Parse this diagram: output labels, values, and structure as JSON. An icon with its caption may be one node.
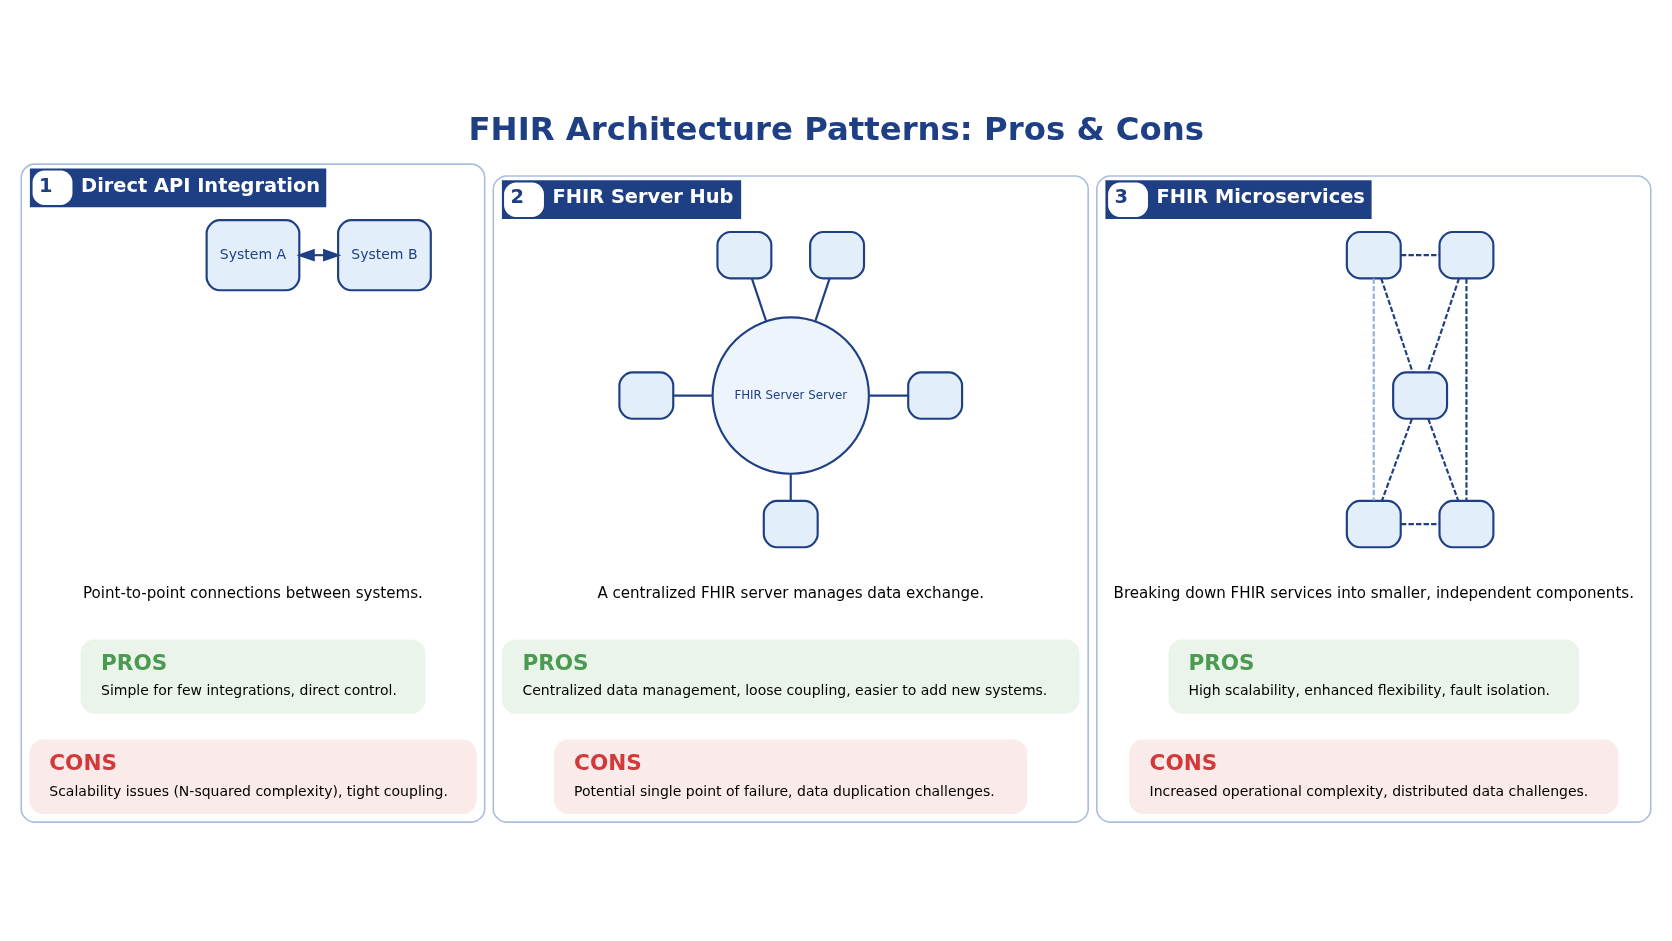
{
  "diagram": {
    "title": "FHIR Architecture Patterns: Pros & Cons",
    "nodes": [
      {
        "text": [
          "1",
          "Direct API Integration"
        ]
      },
      {
        "text": [
          "System A"
        ],
        "in": 0
      },
      {
        "text": [
          "System B"
        ],
        "in": 0
      },
      {
        "text": [
          "Point-to-point connections between systems."
        ],
        "in": 0
      },
      {
        "text": [
          "PROS",
          "Simple for few integrations, direct control."
        ],
        "in": 0
      },
      {
        "text": [
          "CONS",
          "Scalability issues (N-squared complexity), tight coupling."
        ],
        "in": 0
      },
      {
        "text": [
          "2",
          "FHIR Server Hub"
        ]
      },
      {
        "text": [],
        "shape": "box",
        "in": 6
      },
      {
        "text": [],
        "shape": "box",
        "in": 6
      },
      {
        "text": [
          "FHIR Server Server"
        ],
        "in": 6
      },
      {
        "text": [],
        "shape": "box",
        "in": 6
      },
      {
        "text": [],
        "shape": "box",
        "in": 6
      },
      {
        "text": [],
        "shape": "box",
        "in": 6
      },
      {
        "text": [
          "A centralized FHIR server manages data exchange."
        ],
        "in": 6
      },
      {
        "text": [
          "PROS",
          "Centralized data management, loose coupling, easier to add new systems."
        ],
        "in": 6
      },
      {
        "text": [
          "CONS",
          "Potential single point of failure, data duplication challenges."
        ],
        "in": 6
      },
      {
        "text": [
          "3",
          "FHIR Microservices"
        ]
      },
      {
        "text": [],
        "shape": "box",
        "in": 16
      },
      {
        "text": [],
        "shape": "box",
        "in": 16
      },
      {
        "text": [],
        "shape": "box",
        "in": 16
      },
      {
        "text": [],
        "shape": "box",
        "in": 16
      },
      {
        "text": [],
        "shape": "box",
        "in": 16
      },
      {
        "text": [
          "Breaking down FHIR services into smaller, independent components."
        ],
        "in": 16
      },
      {
        "text": [
          "PROS",
          "High scalability, enhanced flexibility, fault isolation."
        ],
        "in": 16
      },
      {
        "text": [
          "CONS",
          "Increased operational complexity, distributed data challenges."
        ],
        "in": 16
      }
    ],
    "edges": [
      {
        "from": 1,
        "to": 2,
        "arrow": "both"
      },
      {
        "from": 7,
        "to": 9,
        "arrow": "none"
      },
      {
        "from": 8,
        "to": 9,
        "arrow": "none"
      },
      {
        "from": 10,
        "to": 9,
        "arrow": "none"
      },
      {
        "from": 9,
        "to": 11,
        "arrow": "none"
      },
      {
        "from": 9,
        "to": 12,
        "arrow": "none"
      },
      {
        "from": 17,
        "to": 19,
        "arrow": "none",
        "style": "dashed"
      },
      {
        "from": 18,
        "to": 19,
        "arrow": "none",
        "style": "dashed"
      },
      {
        "from": 19,
        "to": 20,
        "arrow": "none",
        "style": "dashed"
      },
      {
        "from": 19,
        "to": 21,
        "arrow": "none",
        "style": "dashed"
      },
      {
        "from": 17,
        "to": 18,
        "arrow": "none",
        "style": "dashed"
      },
      {
        "from": 17,
        "to": 20,
        "arrow": "none",
        "style": "dashed",
        "color": "#8fb0d8"
      },
      {
        "from": 18,
        "to": 21,
        "arrow": "none",
        "style": "dashed"
      },
      {
        "from": 20,
        "to": 21,
        "arrow": "none",
        "style": "dashed"
      }
    ]
  }
}
